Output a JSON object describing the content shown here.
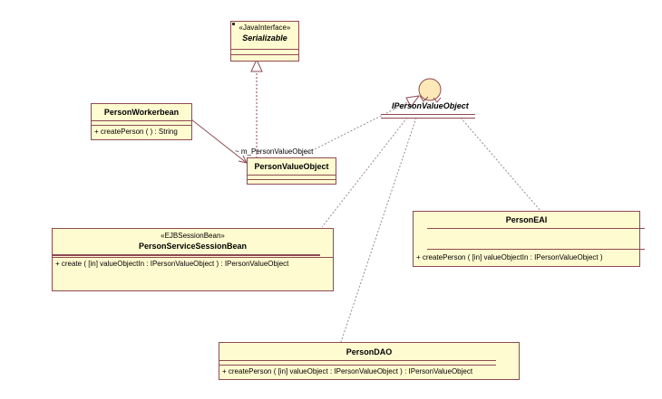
{
  "diagram": {
    "type": "UML class diagram",
    "classes": {
      "serializable": {
        "stereotype": "«JavaInterface»",
        "name": "Serializable"
      },
      "person_workerbean": {
        "name": "PersonWorkerbean",
        "operations": [
          "+ createPerson (  ) : String"
        ]
      },
      "person_value_object": {
        "name": "PersonValueObject",
        "role_label": "~ m_PersonValueObject"
      },
      "iperson_value_object": {
        "name": "IPersonValueObject"
      },
      "person_service_session_bean": {
        "stereotype": "«EJBSessionBean»",
        "name": "PersonServiceSessionBean",
        "operations": [
          "+ create ( [in] valueObjectIn : IPersonValueObject ) : IPersonValueObject"
        ]
      },
      "person_eai": {
        "name": "PersonEAI",
        "operations": [
          "+ createPerson ( [in] valueObjectIn : IPersonValueObject )"
        ]
      },
      "person_dao": {
        "name": "PersonDAO",
        "operations": [
          "+ createPerson ( [in] valueObject : IPersonValueObject ) : IPersonValueObject"
        ]
      }
    },
    "relationships": [
      {
        "from": "PersonValueObject",
        "to": "Serializable",
        "kind": "realization"
      },
      {
        "from": "PersonWorkerbean",
        "to": "PersonValueObject",
        "kind": "association",
        "role": "~ m_PersonValueObject"
      },
      {
        "from": "PersonValueObject",
        "to": "IPersonValueObject",
        "kind": "realization"
      },
      {
        "from": "PersonServiceSessionBean",
        "to": "IPersonValueObject",
        "kind": "dependency"
      },
      {
        "from": "PersonDAO",
        "to": "IPersonValueObject",
        "kind": "dependency"
      },
      {
        "from": "PersonEAI",
        "to": "IPersonValueObject",
        "kind": "dependency"
      }
    ],
    "colors": {
      "class_fill": "#fffbd0",
      "class_border": "#8f4a52",
      "interface_circle_fill": "#fde9b8",
      "dependency_line": "#9a8a8c",
      "association_line": "#8f4a52"
    }
  }
}
